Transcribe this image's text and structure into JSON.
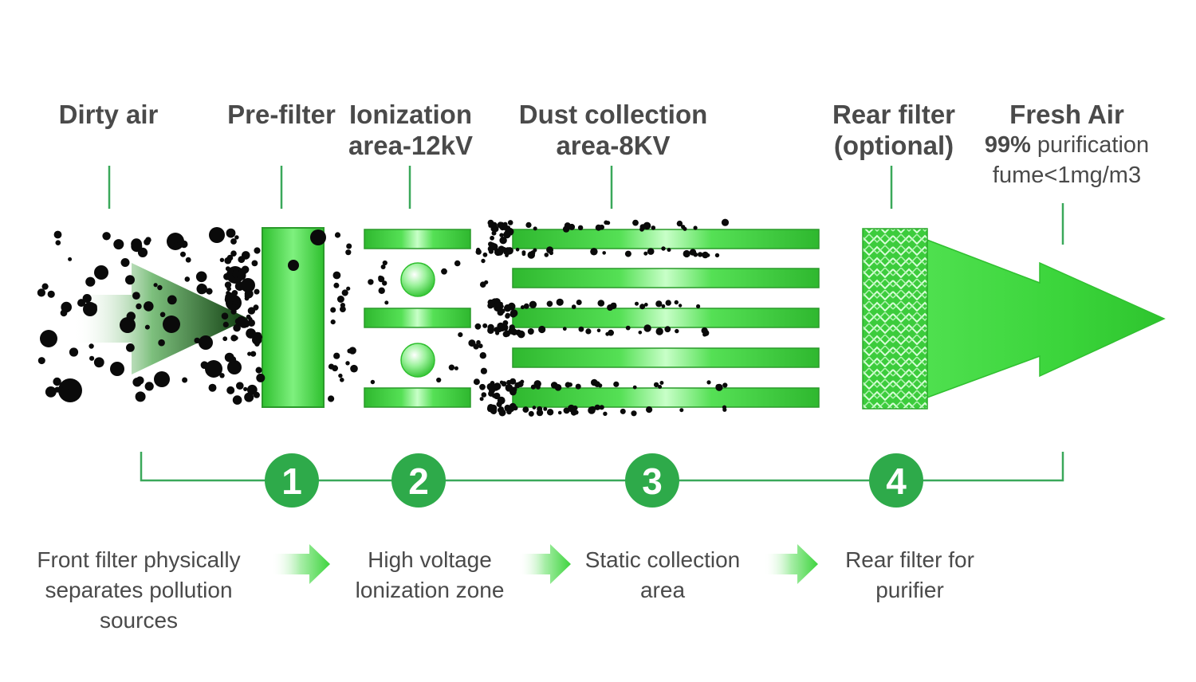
{
  "labels": {
    "dirty_air": "Dirty air",
    "pre_filter": "Pre-filter",
    "ionization_line1": "Ionization",
    "ionization_line2": "area-12kV",
    "dust_line1": "Dust collection",
    "dust_line2": "area-8KV",
    "rear_line1": "Rear filter",
    "rear_line2": "(optional)",
    "fresh_air": "Fresh Air",
    "fresh_sub1_bold": "99%",
    "fresh_sub1_rest": " purification",
    "fresh_sub2": "fume<1mg/m3"
  },
  "steps": [
    "1",
    "2",
    "3",
    "4"
  ],
  "descriptions": {
    "d1_line1": "Front filter physically",
    "d1_line2": "separates pollution",
    "d1_line3": "sources",
    "d2_line1": "High voltage",
    "d2_line2": "lonization zone",
    "d3_line1": "Static collection",
    "d3_line2": "area",
    "d4_line1": "Rear filter for",
    "d4_line2": "purifier"
  },
  "colors": {
    "accent": "#2eaa4a",
    "bright_green": "#3fdc3f",
    "text": "#4a4a4a",
    "particle": "#0a0a0a"
  }
}
